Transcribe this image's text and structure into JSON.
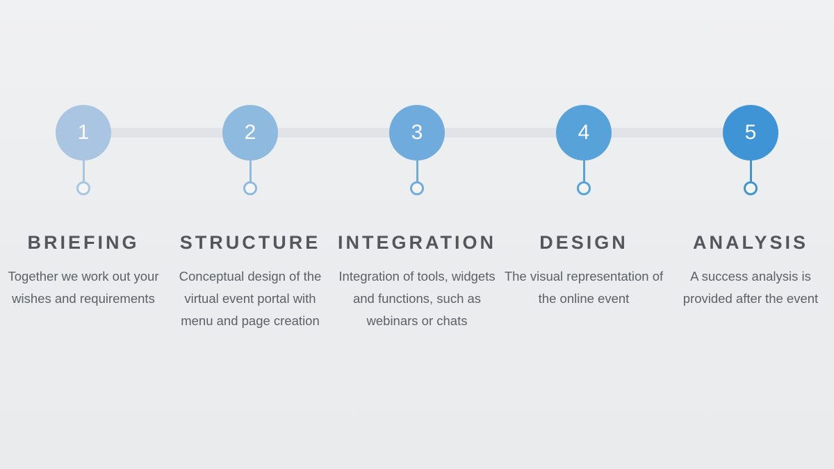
{
  "diagram": {
    "type": "process-timeline",
    "step_count": 5,
    "track_color": "#e1e3e6",
    "title_color": "#53565b",
    "description_color": "#5c6167",
    "steps": [
      {
        "number": "1",
        "title": "BRIEFING",
        "description": "Together we work out your wishes and requirements",
        "color": "#a9c5e1"
      },
      {
        "number": "2",
        "title": "STRUCTURE",
        "description": "Conceptual design of the virtual event portal with menu and page creation",
        "color": "#8dbade"
      },
      {
        "number": "3",
        "title": "INTEGRATION",
        "description": "Integration of tools, widgets and functions, such as webinars or chats",
        "color": "#6fabdc"
      },
      {
        "number": "4",
        "title": "DESIGN",
        "description": "The visual representation of the online event",
        "color": "#58a2da"
      },
      {
        "number": "5",
        "title": "ANALYSIS",
        "description": "A success analysis is provided after the event",
        "color": "#3e94d5"
      }
    ]
  }
}
